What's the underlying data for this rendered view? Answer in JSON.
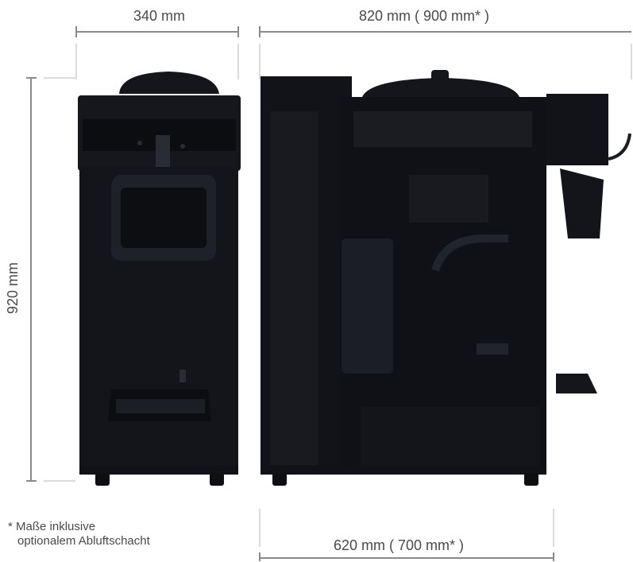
{
  "dimensions": {
    "front_width": "340 mm",
    "side_width": "820 mm ( 900 mm* )",
    "height": "920 mm",
    "base_depth": "620 mm ( 700 mm* )"
  },
  "footnote": {
    "line1": "* Maße inklusive",
    "line2": "optionalem Abluftschacht"
  },
  "colors": {
    "dimension_line": "#8a8a8a",
    "machine_body": "#111217",
    "machine_panel": "#1b1d24",
    "label_text": "#4a4a4a"
  }
}
